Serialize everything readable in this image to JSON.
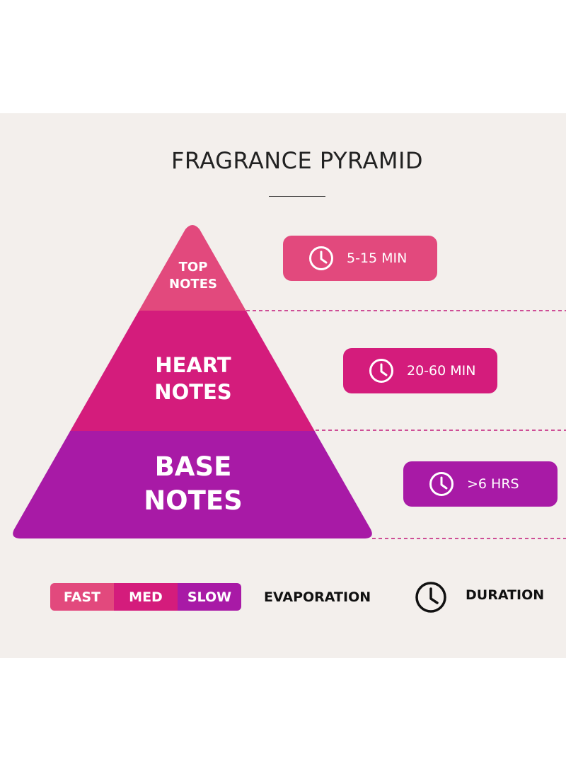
{
  "title": "FRAGRANCE PYRAMID",
  "colors": {
    "background": "#f3efec",
    "top": "#e2497d",
    "heart": "#d41c7c",
    "base": "#a81aa6",
    "divider": "#c2187a",
    "text_dark": "#111111"
  },
  "tiers": [
    {
      "label_line1": "TOP",
      "label_line2": "NOTES",
      "duration": "5-15 MIN",
      "evaporation": "FAST"
    },
    {
      "label_line1": "HEART",
      "label_line2": "NOTES",
      "duration": "20-60 MIN",
      "evaporation": "MED"
    },
    {
      "label_line1": "BASE",
      "label_line2": "NOTES",
      "duration": ">6 HRS",
      "evaporation": "SLOW"
    }
  ],
  "legend": {
    "speeds": [
      "FAST",
      "MED",
      "SLOW"
    ],
    "evaporation_label": "EVAPORATION",
    "duration_label": "DURATION",
    "duration_icon": "clock-icon"
  }
}
